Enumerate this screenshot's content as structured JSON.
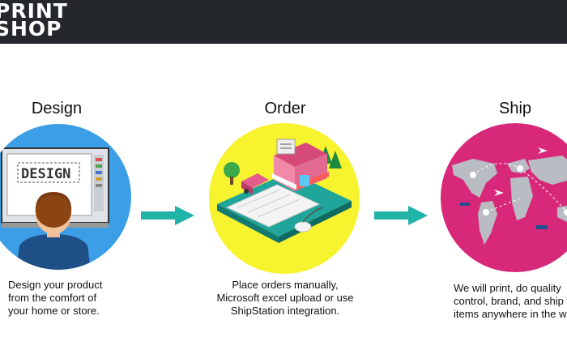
{
  "header": {
    "logo_line1": "PRINT",
    "logo_line2": "SHOP"
  },
  "colors": {
    "header_bg": "#24272b",
    "design_circle": "#3c9ee6",
    "order_circle": "#f7f32e",
    "ship_circle": "#d8287a",
    "arrow": "#22b3a8"
  },
  "steps": [
    {
      "title": "Design",
      "illustration_text": "DESIGN",
      "description": [
        "Design your product",
        "from the comfort of",
        "your home or store."
      ],
      "icon": "designer-at-monitor-icon"
    },
    {
      "title": "Order",
      "description": [
        "Place orders manually,",
        "Microsoft excel upload or use",
        "ShipStation integration."
      ],
      "icon": "isometric-shop-keyboard-icon"
    },
    {
      "title": "Ship",
      "description": [
        "We will print, do quality",
        "control, brand, and ship y",
        "items anywhere in the wo"
      ],
      "icon": "world-map-shipping-icon"
    }
  ]
}
